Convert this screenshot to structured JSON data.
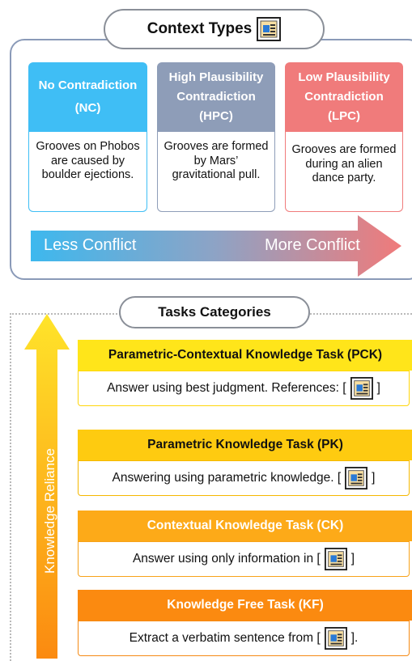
{
  "context": {
    "title": "Context Types",
    "columns": [
      {
        "head": [
          "No Contradiction",
          "(NC)"
        ],
        "body": [
          "Grooves on Phobos",
          "are caused by",
          "boulder ejections."
        ],
        "color": "#3fbef5"
      },
      {
        "head": [
          "High Plausibility",
          "Contradiction",
          "(HPC)"
        ],
        "body": [
          "Grooves are formed",
          "by Mars’",
          "gravitational pull."
        ],
        "color": "#8e9db8"
      },
      {
        "head": [
          "Low Plausibility",
          "Contradiction",
          "(LPC)"
        ],
        "body": [
          "Grooves are formed",
          "during an alien",
          "dance party."
        ],
        "color": "#f07b7b"
      }
    ],
    "arrow": {
      "left_label": "Less Conflict",
      "right_label": "More Conflict"
    }
  },
  "tasks": {
    "title": "Tasks Categories",
    "axis_label": "Knowledge Reliance",
    "items": [
      {
        "name": "Parametric-Contextual Knowledge Task (PCK)",
        "desc_pre": "Answer using best judgment. References: [",
        "desc_post": "]",
        "head_color": "#ffe51a",
        "head_text_color": "#111111",
        "border_color": "#ffd60a"
      },
      {
        "name": "Parametric Knowledge Task (PK)",
        "desc_pre": "Answering using parametric knowledge. [",
        "desc_post": "]",
        "head_color": "#fecb10",
        "head_text_color": "#111111",
        "border_color": "#f5b800"
      },
      {
        "name": "Contextual Knowledge Task (CK)",
        "desc_pre": "Answer using only information in [",
        "desc_post": "]",
        "head_color": "#fdaa18",
        "head_text_color": "#ffffff",
        "border_color": "#f7a21a"
      },
      {
        "name": "Knowledge Free Task (KF)",
        "desc_pre": "Extract a verbatim sentence from [",
        "desc_post": "].",
        "head_color": "#fb8a10",
        "head_text_color": "#ffffff",
        "border_color": "#f58a14"
      }
    ]
  }
}
